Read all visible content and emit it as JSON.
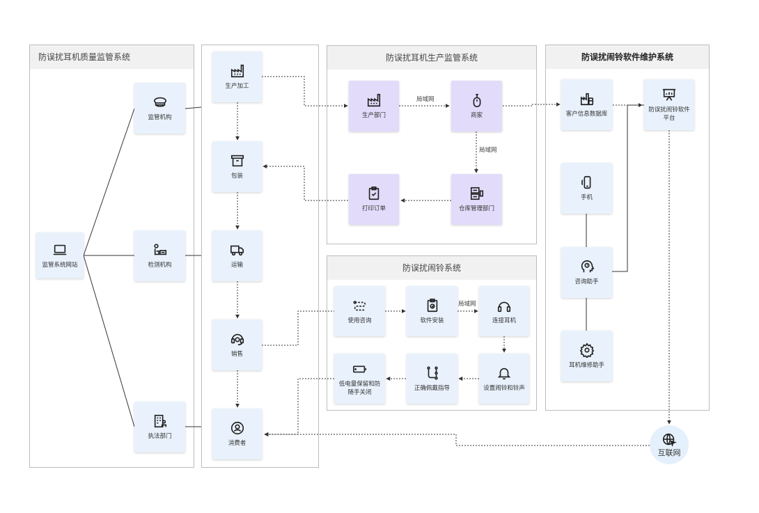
{
  "groups": {
    "quality": "防误扰耳机质量监管系统",
    "production": "防误扰耳机生产监管系统",
    "maintenance": "防误扰闹铃软件维护系统",
    "alarm": "防误扰闹铃系统"
  },
  "nodes": {
    "supervision_site": "监管系统网站",
    "regulator": "监管机构",
    "testing": "检测机构",
    "enforcement": "执法部门",
    "processing": "生产加工",
    "packaging": "包装",
    "transport": "运输",
    "sales": "销售",
    "consumer": "消费者",
    "production_dept": "生产部门",
    "merchant": "商家",
    "warehouse": "仓库管理部门",
    "print_order": "打印订单",
    "customer_db": "客户信息数据库",
    "software_platform": "防误扰闹铃软件平台",
    "phone": "手机",
    "consult_assistant": "咨询助手",
    "repair_assistant": "耳机维修助手",
    "usage_consult": "使用咨询",
    "software_install": "软件安装",
    "connect_earphone": "连接耳机",
    "set_alarm": "设置闹铃和铃声",
    "correct_wear": "正确佩戴指导",
    "low_battery": "低电量保留和防随手关闭",
    "internet": "互联网"
  },
  "edge_labels": {
    "lan1": "局域网",
    "lan2": "局域网",
    "lan3": "局域网"
  },
  "colors": {
    "node_blue": "#e9f2fc",
    "node_purple": "#e3dbfa",
    "header_bg": "#f1f1f1",
    "border": "#bcbcbc",
    "line": "#333333"
  },
  "icons": {
    "supervision_site": "laptop-icon",
    "regulator": "police-cap-icon",
    "testing": "lab-equipment-icon",
    "enforcement": "office-building-icon",
    "processing": "factory-icon",
    "packaging": "archive-box-icon",
    "transport": "truck-icon",
    "sales": "headset-agent-icon",
    "consumer": "user-circle-icon",
    "production_dept": "factory-icon",
    "merchant": "mouse-icon",
    "warehouse": "server-rack-icon",
    "print_order": "clipboard-check-icon",
    "customer_db": "factory-database-icon",
    "software_platform": "presentation-board-icon",
    "phone": "mobile-phone-icon",
    "consult_assistant": "head-brain-icon",
    "repair_assistant": "gear-icon",
    "usage_consult": "dashed-route-icon",
    "software_install": "clipboard-badge-icon",
    "connect_earphone": "headphones-icon",
    "set_alarm": "bell-icon",
    "correct_wear": "flow-path-icon",
    "low_battery": "battery-low-icon",
    "internet": "globe-cursor-icon"
  }
}
